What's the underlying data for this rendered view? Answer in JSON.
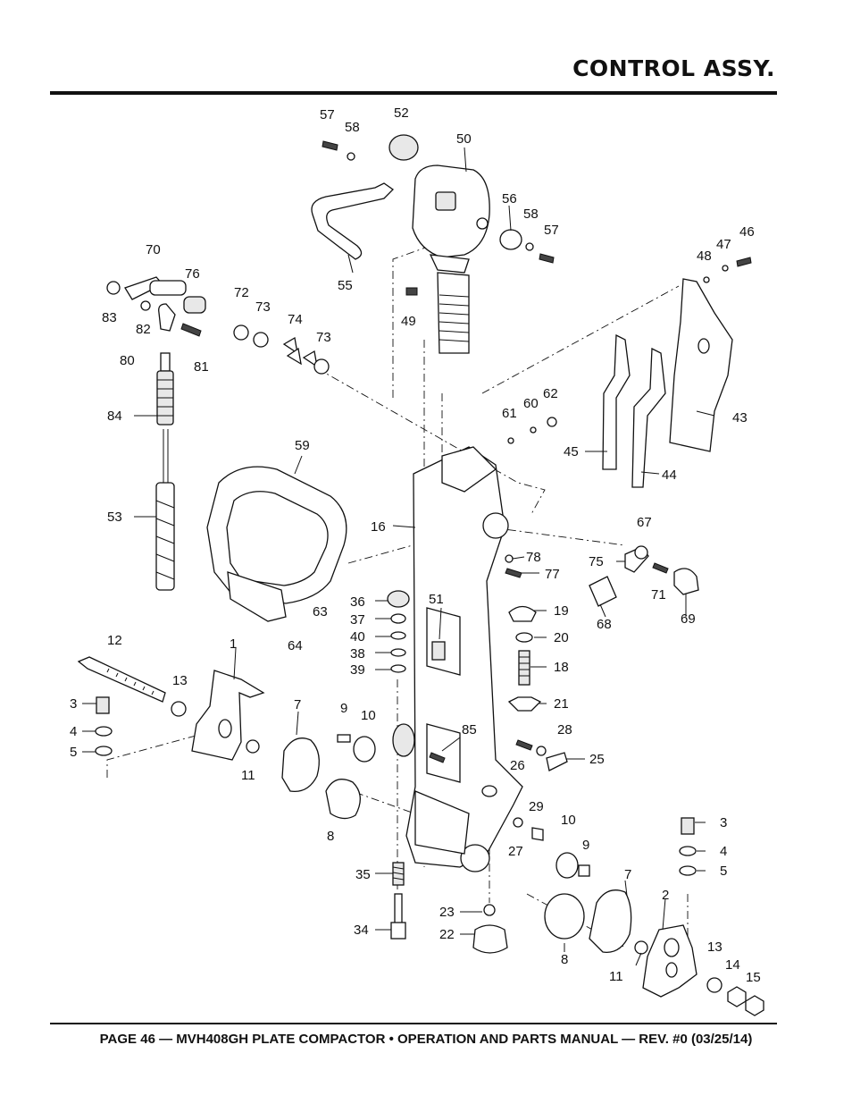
{
  "page": {
    "title": "CONTROL ASSY.",
    "footer": "PAGE 46 — MVH408GH PLATE COMPACTOR • OPERATION AND PARTS MANUAL — REV. #0 (03/25/14)"
  },
  "diagram": {
    "callouts": [
      "57",
      "58",
      "52",
      "50",
      "56",
      "58",
      "57",
      "46",
      "47",
      "48",
      "70",
      "76",
      "72",
      "73",
      "74",
      "73",
      "83",
      "82",
      "80",
      "81",
      "55",
      "49",
      "61",
      "60",
      "62",
      "43",
      "45",
      "44",
      "84",
      "59",
      "16",
      "67",
      "53",
      "75",
      "78",
      "77",
      "71",
      "68",
      "69",
      "36",
      "51",
      "37",
      "19",
      "40",
      "20",
      "38",
      "39",
      "18",
      "63",
      "64",
      "12",
      "1",
      "13",
      "3",
      "4",
      "5",
      "7",
      "9",
      "10",
      "85",
      "28",
      "21",
      "26",
      "25",
      "11",
      "8",
      "29",
      "10",
      "27",
      "9",
      "3",
      "4",
      "5",
      "7",
      "35",
      "2",
      "34",
      "23",
      "22",
      "8",
      "13",
      "14",
      "11",
      "15"
    ]
  }
}
